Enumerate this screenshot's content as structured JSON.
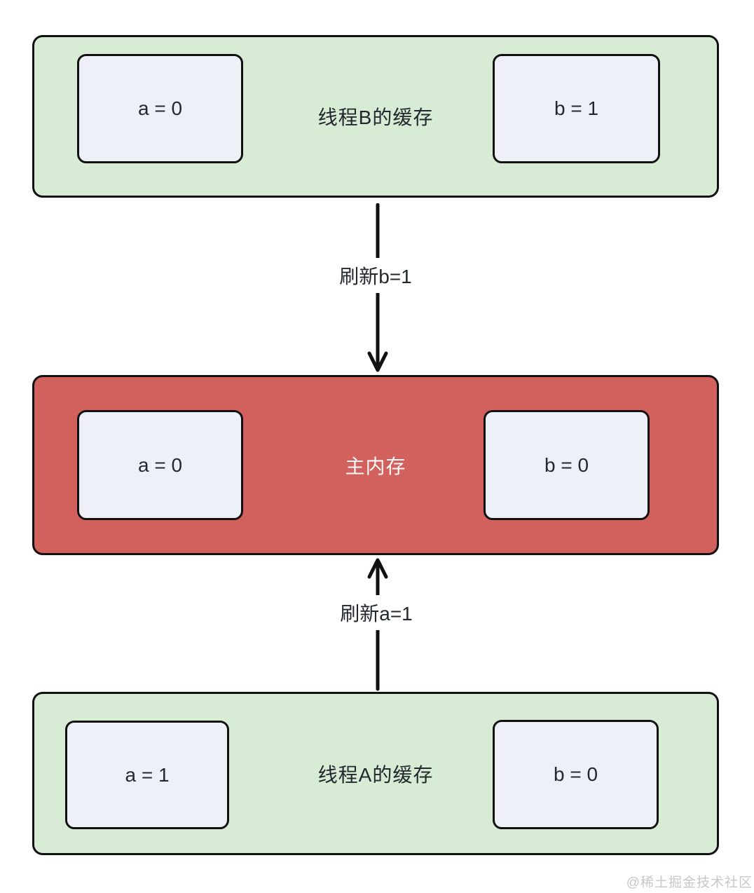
{
  "colors": {
    "cache_fill": "#d8ecd5",
    "memory_fill": "#d2605d",
    "cell_fill": "#eef0f8",
    "stroke": "#111111",
    "text_dark": "#23272e",
    "text_light": "#fcf9f9",
    "watermark": "#c8c7c7"
  },
  "thread_b_cache": {
    "label": "线程B的缓存",
    "cells": [
      {
        "value": "a = 0"
      },
      {
        "value": "b = 1"
      }
    ]
  },
  "flush_b": {
    "label": "刷新b=1",
    "direction": "down",
    "from": "thread_b_cache",
    "to": "main_memory"
  },
  "main_memory": {
    "label": "主内存",
    "cells": [
      {
        "value": "a = 0"
      },
      {
        "value": "b = 0"
      }
    ]
  },
  "flush_a": {
    "label": "刷新a=1",
    "direction": "up",
    "from": "thread_a_cache",
    "to": "main_memory"
  },
  "thread_a_cache": {
    "label": "线程A的缓存",
    "cells": [
      {
        "value": "a = 1"
      },
      {
        "value": "b = 0"
      }
    ]
  },
  "watermark": {
    "text": "@稀土掘金技术社区"
  }
}
